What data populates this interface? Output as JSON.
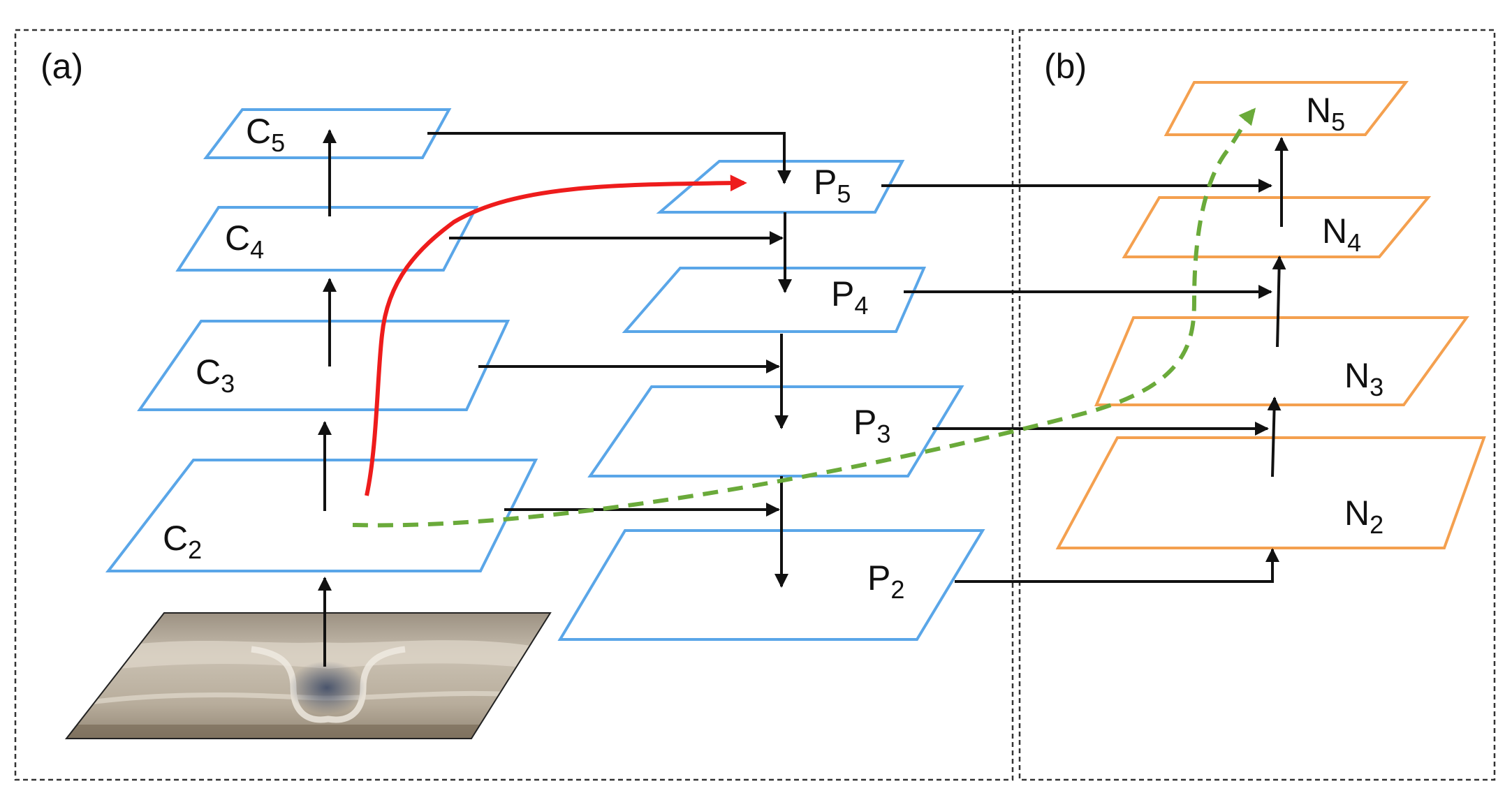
{
  "panels": {
    "a": {
      "label": "(a)"
    },
    "b": {
      "label": "(b)"
    }
  },
  "colors": {
    "backbone_plane": "#5aa6e8",
    "output_plane": "#f4a04f",
    "arrow": "#111111",
    "bottom_up_path": "#ee1c1c",
    "shortcut_path": "#6aaa3a",
    "panel_border": "#333333"
  },
  "layers": {
    "C5": {
      "letter": "C",
      "sub": "5"
    },
    "C4": {
      "letter": "C",
      "sub": "4"
    },
    "C3": {
      "letter": "C",
      "sub": "3"
    },
    "C2": {
      "letter": "C",
      "sub": "2"
    },
    "P5": {
      "letter": "P",
      "sub": "5"
    },
    "P4": {
      "letter": "P",
      "sub": "4"
    },
    "P3": {
      "letter": "P",
      "sub": "3"
    },
    "P2": {
      "letter": "P",
      "sub": "2"
    },
    "N5": {
      "letter": "N",
      "sub": "5"
    },
    "N4": {
      "letter": "N",
      "sub": "4"
    },
    "N3": {
      "letter": "N",
      "sub": "3"
    },
    "N2": {
      "letter": "N",
      "sub": "2"
    }
  },
  "input_image": {
    "icon": "input-image-thumbnail"
  }
}
